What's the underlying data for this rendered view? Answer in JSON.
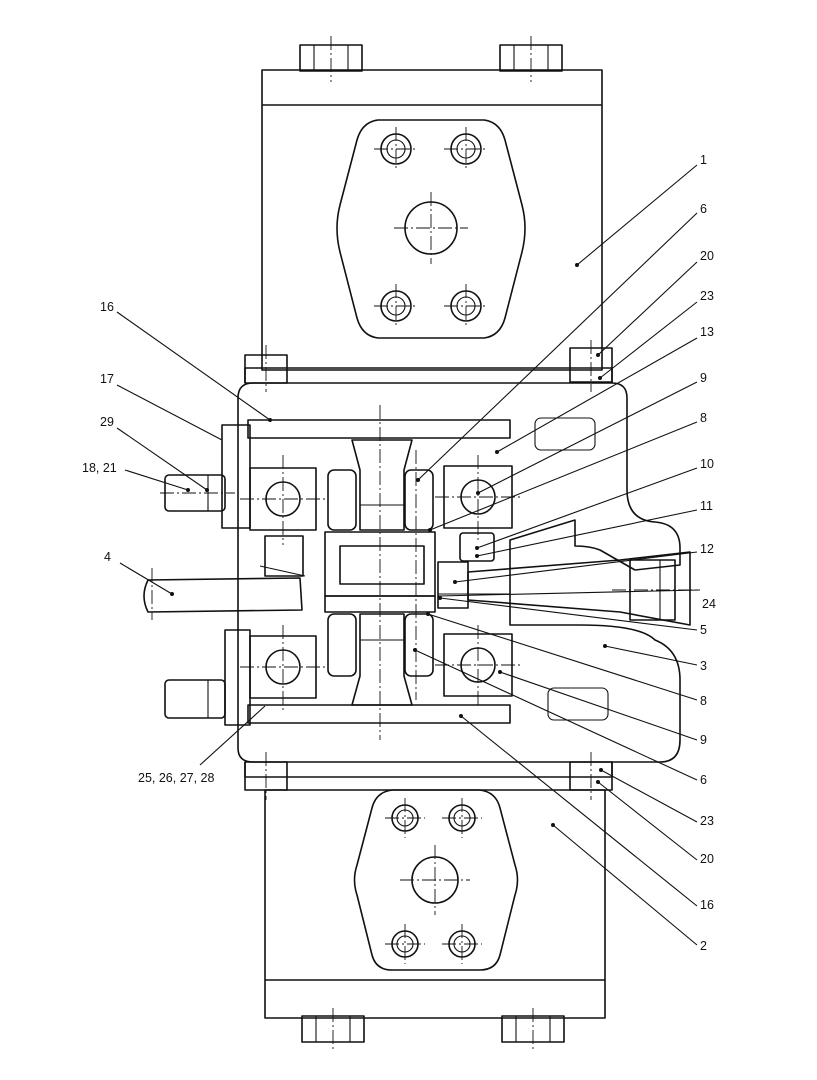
{
  "callouts": [
    {
      "id": "c1",
      "text": "1"
    },
    {
      "id": "c6a",
      "text": "6"
    },
    {
      "id": "c20a",
      "text": "20"
    },
    {
      "id": "c23a",
      "text": "23"
    },
    {
      "id": "c13",
      "text": "13"
    },
    {
      "id": "c9a",
      "text": "9"
    },
    {
      "id": "c8a",
      "text": "8"
    },
    {
      "id": "c10",
      "text": "10"
    },
    {
      "id": "c11",
      "text": "11"
    },
    {
      "id": "c12",
      "text": "12"
    },
    {
      "id": "c24",
      "text": "24"
    },
    {
      "id": "c5",
      "text": "5"
    },
    {
      "id": "c3",
      "text": "3"
    },
    {
      "id": "c8b",
      "text": "8"
    },
    {
      "id": "c9b",
      "text": "9"
    },
    {
      "id": "c6b",
      "text": "6"
    },
    {
      "id": "c23b",
      "text": "23"
    },
    {
      "id": "c20b",
      "text": "20"
    },
    {
      "id": "c16b",
      "text": "16"
    },
    {
      "id": "c2",
      "text": "2"
    },
    {
      "id": "c16a",
      "text": "16"
    },
    {
      "id": "c17",
      "text": "17"
    },
    {
      "id": "c29",
      "text": "29"
    },
    {
      "id": "c1821",
      "text": "18, 21"
    },
    {
      "id": "c4",
      "text": "4"
    },
    {
      "id": "c2528",
      "text": "25, 26, 27, 28"
    }
  ]
}
